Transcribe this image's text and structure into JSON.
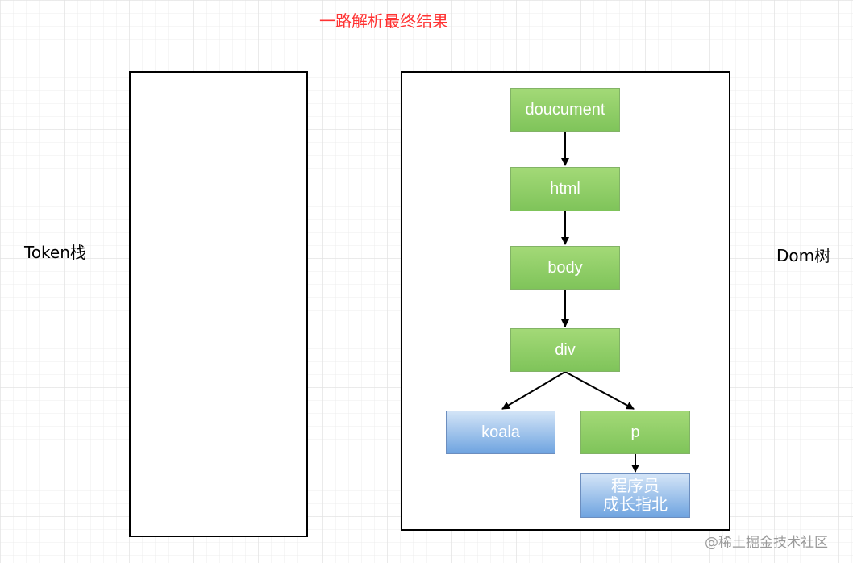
{
  "title": "一路解析最终结果",
  "left_label": "Token栈",
  "right_label": "Dom树",
  "nodes": {
    "document": "doucument",
    "html": "html",
    "body": "body",
    "div": "div",
    "koala": "koala",
    "p": "p",
    "text": "程序员\n成长指北"
  },
  "colors": {
    "title": "#ff3333",
    "element_node": "#82b366",
    "text_node": "#6c8ebf"
  },
  "watermark": "@稀土掘金技术社区"
}
